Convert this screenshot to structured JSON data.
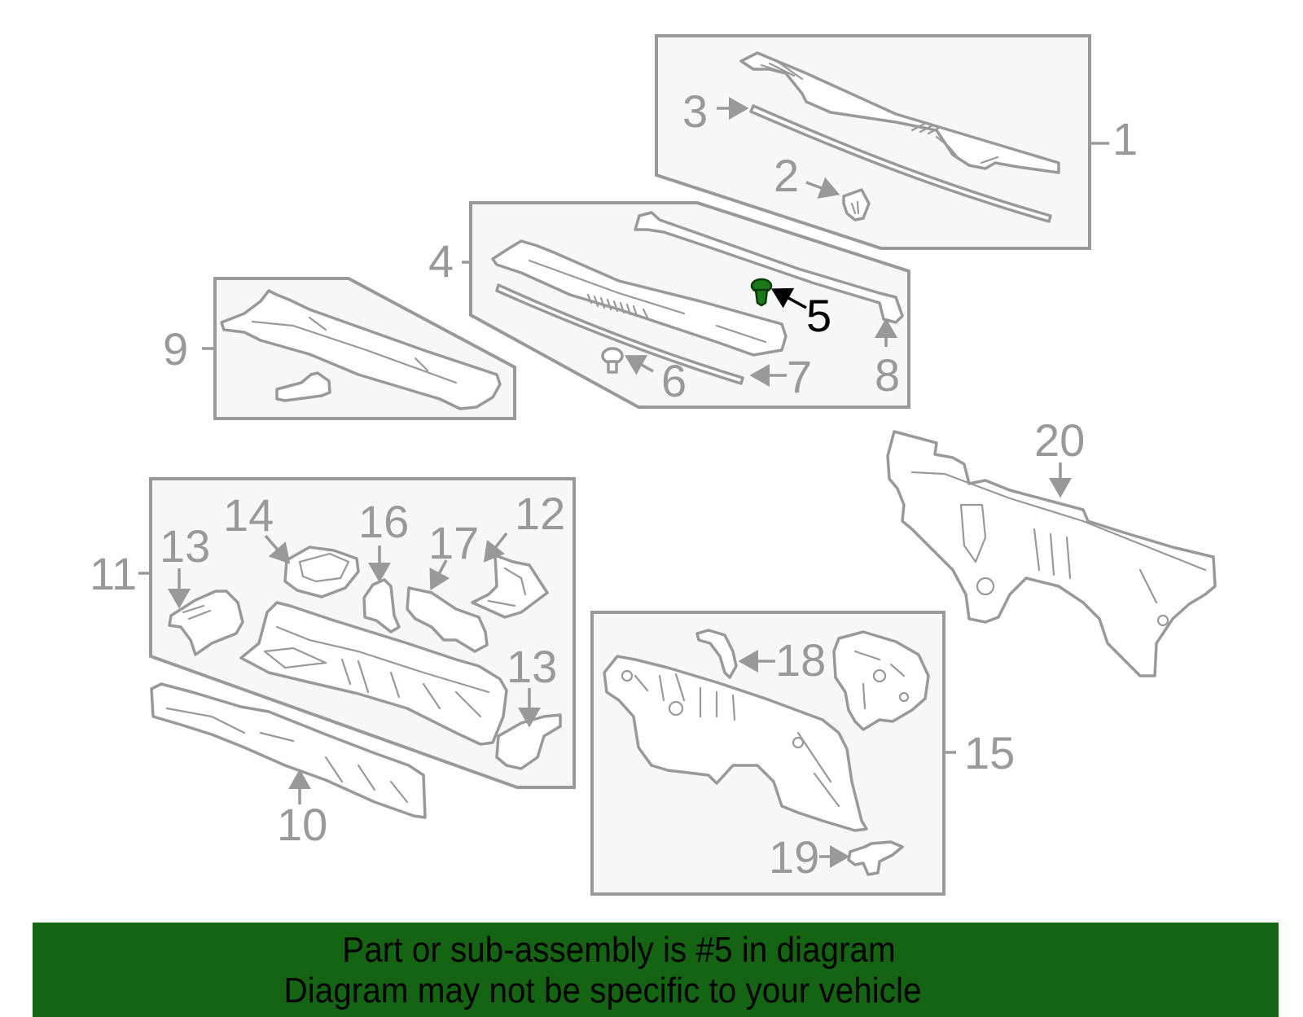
{
  "diagram": {
    "highlighted_part": "5",
    "highlight_color": "#1a7a1a",
    "line_color": "#999999",
    "box_fill": "#f7f7f7",
    "callouts": [
      {
        "id": "1",
        "label": "1"
      },
      {
        "id": "2",
        "label": "2"
      },
      {
        "id": "3",
        "label": "3"
      },
      {
        "id": "4",
        "label": "4"
      },
      {
        "id": "5",
        "label": "5"
      },
      {
        "id": "6",
        "label": "6"
      },
      {
        "id": "7",
        "label": "7"
      },
      {
        "id": "8",
        "label": "8"
      },
      {
        "id": "9",
        "label": "9"
      },
      {
        "id": "10",
        "label": "10"
      },
      {
        "id": "11",
        "label": "11"
      },
      {
        "id": "12",
        "label": "12"
      },
      {
        "id": "13a",
        "label": "13"
      },
      {
        "id": "13b",
        "label": "13"
      },
      {
        "id": "14",
        "label": "14"
      },
      {
        "id": "15",
        "label": "15"
      },
      {
        "id": "16",
        "label": "16"
      },
      {
        "id": "17",
        "label": "17"
      },
      {
        "id": "18",
        "label": "18"
      },
      {
        "id": "19",
        "label": "19"
      },
      {
        "id": "20",
        "label": "20"
      }
    ]
  },
  "banner": {
    "background": "#146414",
    "line1": "Part or sub-assembly is #5 in diagram",
    "line2": "Diagram may not be specific to your vehicle"
  }
}
